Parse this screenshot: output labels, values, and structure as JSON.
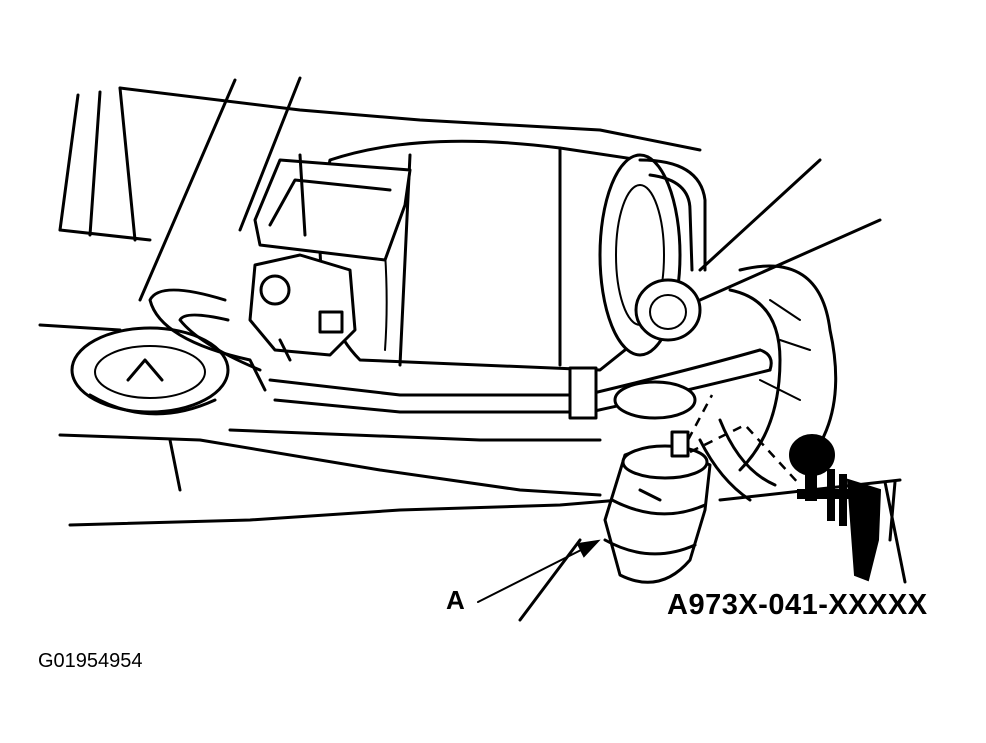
{
  "labels": {
    "part_a": "A",
    "tool_number": "A973X-041-XXXXX",
    "figure_id": "G01954954"
  }
}
